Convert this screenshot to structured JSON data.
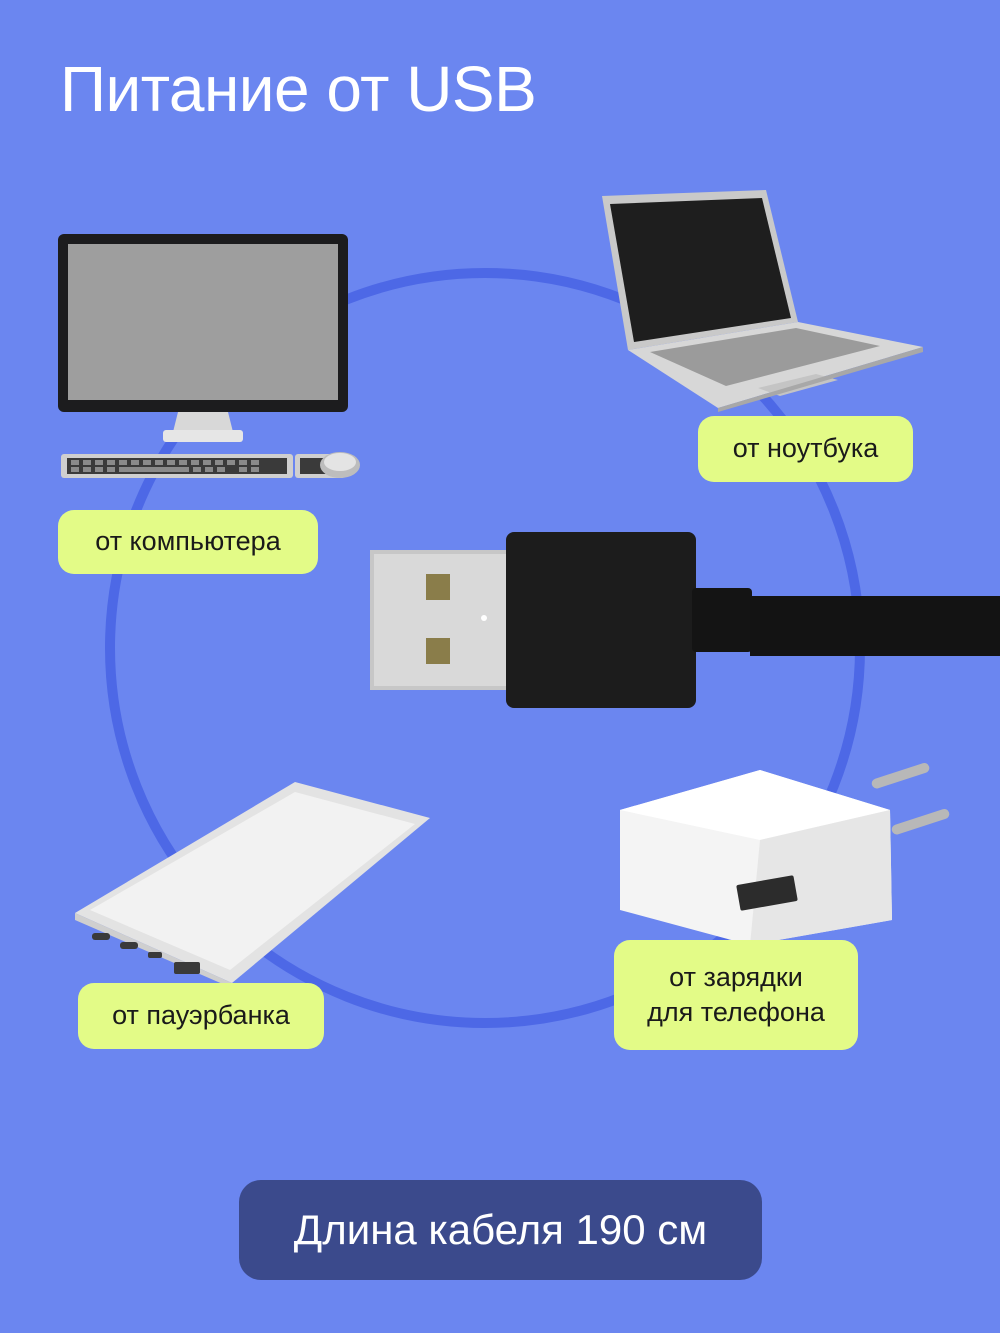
{
  "title": "Питание от USB",
  "labels": {
    "computer": "от компьютера",
    "laptop": "от ноутбука",
    "powerbank": "от пауэрбанка",
    "charger_line1": "от зарядки",
    "charger_line2": "для телефона"
  },
  "cable_length": "Длина кабеля 190 см",
  "colors": {
    "background": "#6b86f0",
    "ring": "#4d68e6",
    "label_bg": "#e3fb87",
    "bottom_bar": "#3b4a8c"
  },
  "icons": [
    "desktop-computer-icon",
    "laptop-icon",
    "usb-plug-icon",
    "powerbank-icon",
    "wall-charger-icon"
  ]
}
